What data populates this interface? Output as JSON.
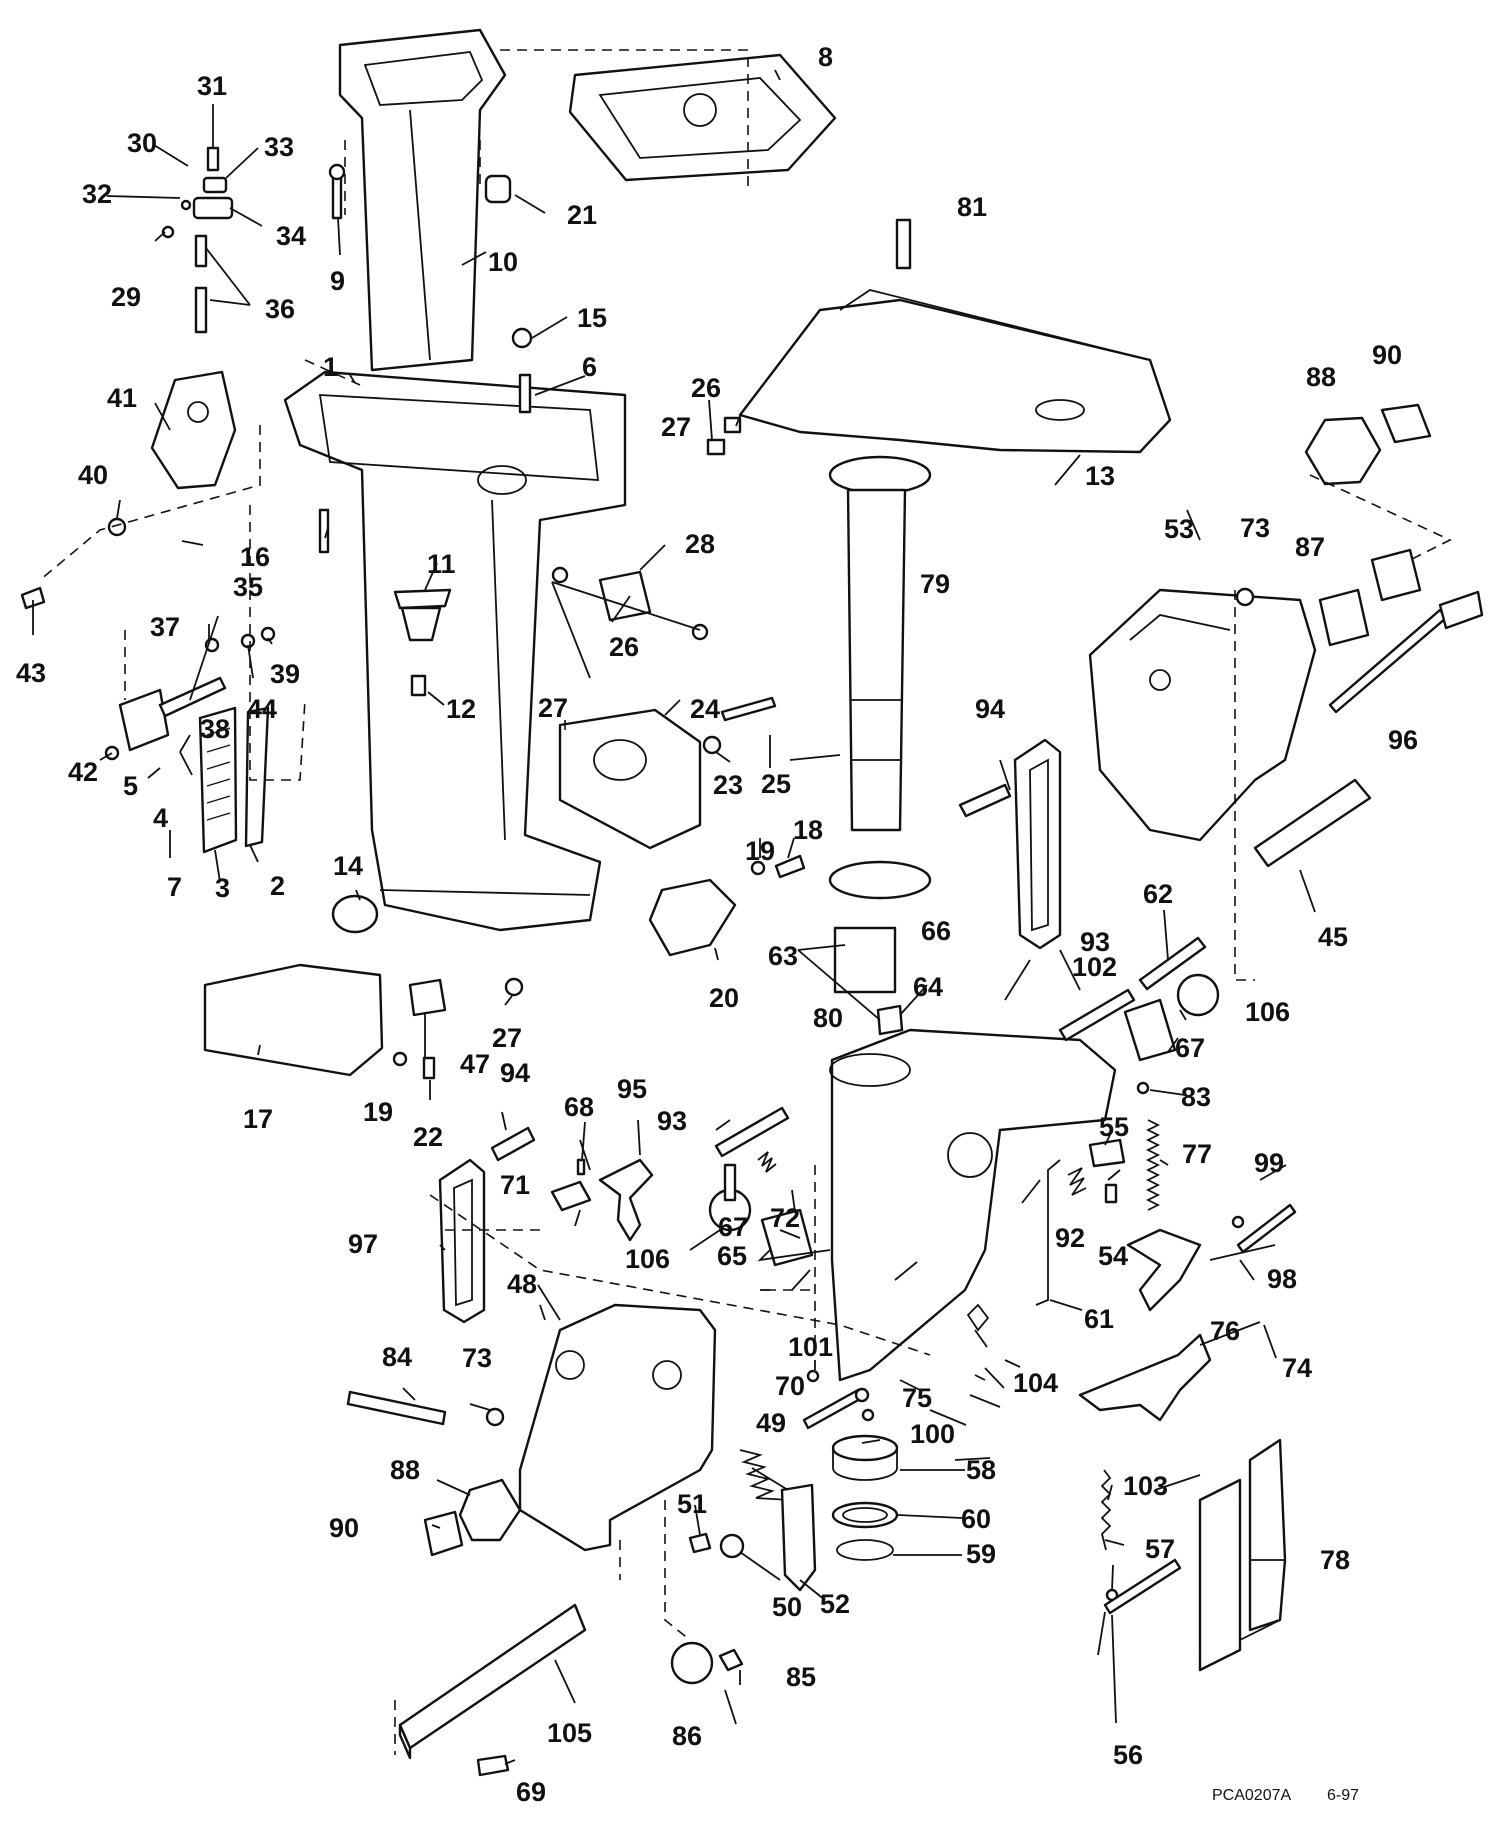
{
  "diagram": {
    "callouts": {
      "c1": "1",
      "c2": "2",
      "c3": "3",
      "c4": "4",
      "c5": "5",
      "c6": "6",
      "c7": "7",
      "c8": "8",
      "c9": "9",
      "c10": "10",
      "c11": "11",
      "c12": "12",
      "c13": "13",
      "c14": "14",
      "c15": "15",
      "c16": "16",
      "c17": "17",
      "c18": "18",
      "c19a": "19",
      "c19b": "19",
      "c20": "20",
      "c21": "21",
      "c22": "22",
      "c23": "23",
      "c24": "24",
      "c25": "25",
      "c26a": "26",
      "c26b": "26",
      "c27a": "27",
      "c27b": "27",
      "c27c": "27",
      "c28": "28",
      "c29": "29",
      "c30": "30",
      "c31": "31",
      "c32": "32",
      "c33": "33",
      "c34": "34",
      "c35": "35",
      "c36": "36",
      "c37": "37",
      "c38": "38",
      "c39": "39",
      "c40": "40",
      "c41": "41",
      "c42": "42",
      "c43": "43",
      "c44": "44",
      "c45": "45",
      "c47": "47",
      "c48": "48",
      "c49": "49",
      "c50": "50",
      "c51": "51",
      "c52": "52",
      "c53": "53",
      "c54": "54",
      "c55": "55",
      "c56": "56",
      "c57": "57",
      "c58": "58",
      "c59": "59",
      "c60": "60",
      "c61": "61",
      "c62": "62",
      "c63": "63",
      "c64": "64",
      "c65": "65",
      "c66": "66",
      "c67a": "67",
      "c67b": "67",
      "c68": "68",
      "c69": "69",
      "c70": "70",
      "c71": "71",
      "c72": "72",
      "c73a": "73",
      "c73b": "73",
      "c74": "74",
      "c75": "75",
      "c76": "76",
      "c77": "77",
      "c78": "78",
      "c79": "79",
      "c80": "80",
      "c81": "81",
      "c83": "83",
      "c84": "84",
      "c85": "85",
      "c86": "86",
      "c87": "87",
      "c88a": "88",
      "c88b": "88",
      "c90a": "90",
      "c90b": "90",
      "c92": "92",
      "c93a": "93",
      "c93b": "93",
      "c94a": "94",
      "c94b": "94",
      "c95": "95",
      "c96": "96",
      "c97": "97",
      "c98": "98",
      "c99": "99",
      "c100": "100",
      "c101": "101",
      "c102": "102",
      "c103": "103",
      "c104": "104",
      "c105": "105",
      "c106a": "106",
      "c106b": "106"
    },
    "reference_code": "PCA0207A",
    "date_code": "6-97"
  }
}
